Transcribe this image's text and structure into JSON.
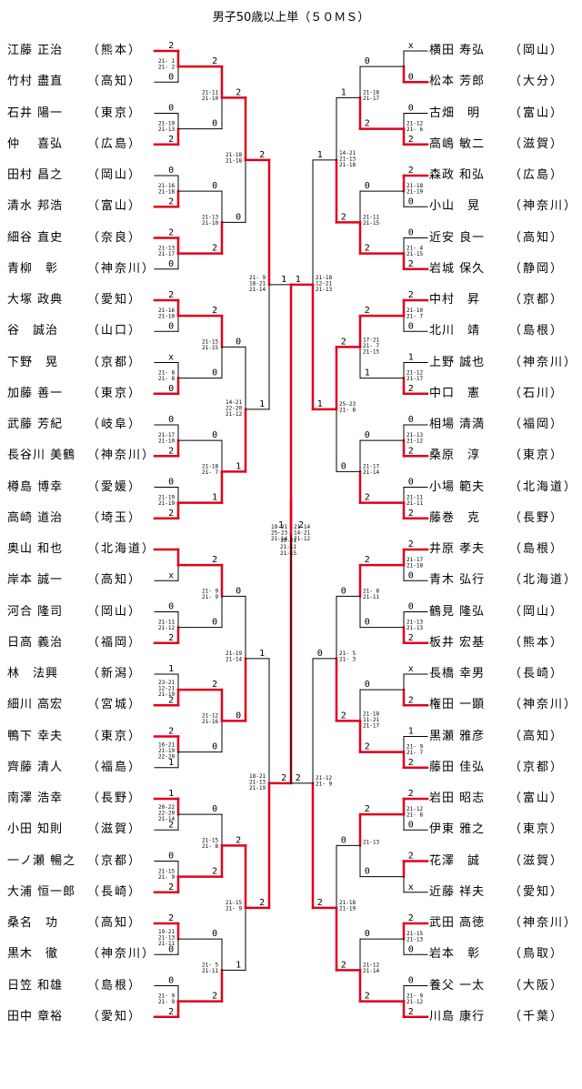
{
  "title": "男子50歳以上単（５０ＭＳ）",
  "colors": {
    "winner": "#e0001b",
    "line": "#000000"
  },
  "left_players": [
    {
      "name": "江藤 正治",
      "pref": "（熊本）"
    },
    {
      "name": "竹村 盡直",
      "pref": "（高知）"
    },
    {
      "name": "石井 陽一",
      "pref": "（東京）"
    },
    {
      "name": "仲　 喜弘",
      "pref": "（広島）"
    },
    {
      "name": "田村 昌之",
      "pref": "（岡山）"
    },
    {
      "name": "清水 邦浩",
      "pref": "（富山）"
    },
    {
      "name": "細谷 直史",
      "pref": "（奈良）"
    },
    {
      "name": "青柳　彰",
      "pref": "（神奈川）"
    },
    {
      "name": "大塚 政典",
      "pref": "（愛知）"
    },
    {
      "name": "谷　誠治",
      "pref": "（山口）"
    },
    {
      "name": "下野　晃",
      "pref": "（京都）"
    },
    {
      "name": "加藤 善一",
      "pref": "（東京）"
    },
    {
      "name": "武藤 芳紀",
      "pref": "（岐阜）"
    },
    {
      "name": "長谷川 美鶴",
      "pref": "（神奈川）"
    },
    {
      "name": "樽島 博幸",
      "pref": "（愛媛）"
    },
    {
      "name": "高崎 道治",
      "pref": "（埼玉）"
    },
    {
      "name": "奥山 和也",
      "pref": "（北海道）"
    },
    {
      "name": "岸本 誠一",
      "pref": "（高知）"
    },
    {
      "name": "河合 隆司",
      "pref": "（岡山）"
    },
    {
      "name": "日高 義治",
      "pref": "（福岡）"
    },
    {
      "name": "林　法興",
      "pref": "（新潟）"
    },
    {
      "name": "細川 高宏",
      "pref": "（宮城）"
    },
    {
      "name": "鴨下 幸夫",
      "pref": "（東京）"
    },
    {
      "name": "齊藤 清人",
      "pref": "（福島）"
    },
    {
      "name": "南澤 浩幸",
      "pref": "（長野）"
    },
    {
      "name": "小田 知則",
      "pref": "（滋賀）"
    },
    {
      "name": "一ノ瀬 暢之",
      "pref": "（京都）"
    },
    {
      "name": "大浦 恒一郎",
      "pref": "（長崎）"
    },
    {
      "name": "桑名　功",
      "pref": "（高知）"
    },
    {
      "name": "黒木　徹",
      "pref": "（神奈川）"
    },
    {
      "name": "日笠 和雄",
      "pref": "（島根）"
    },
    {
      "name": "田中 章裕",
      "pref": "（愛知）"
    }
  ],
  "right_players": [
    {
      "name": "横田 寿弘",
      "pref": "（岡山）"
    },
    {
      "name": "松本 芳郎",
      "pref": "（大分）"
    },
    {
      "name": "古畑　明",
      "pref": "（富山）"
    },
    {
      "name": "高嶋 敏二",
      "pref": "（滋賀）"
    },
    {
      "name": "森政 和弘",
      "pref": "（広島）"
    },
    {
      "name": "小山　晃",
      "pref": "（神奈川）"
    },
    {
      "name": "近安 良一",
      "pref": "（高知）"
    },
    {
      "name": "岩城 保久",
      "pref": "（静岡）"
    },
    {
      "name": "中村　昇",
      "pref": "（京都）"
    },
    {
      "name": "北川　靖",
      "pref": "（島根）"
    },
    {
      "name": "上野 誠也",
      "pref": "（神奈川）"
    },
    {
      "name": "中口　憲",
      "pref": "（石川）"
    },
    {
      "name": "相場 清満",
      "pref": "（福岡）"
    },
    {
      "name": "桑原　淳",
      "pref": "（東京）"
    },
    {
      "name": "小場 範夫",
      "pref": "（北海道）"
    },
    {
      "name": "藤巻　克",
      "pref": "（長野）"
    },
    {
      "name": "井原 孝夫",
      "pref": "（島根）"
    },
    {
      "name": "青木 弘行",
      "pref": "（北海道）"
    },
    {
      "name": "鶴見 隆弘",
      "pref": "（岡山）"
    },
    {
      "name": "板井 宏基",
      "pref": "（熊本）"
    },
    {
      "name": "長橋 幸男",
      "pref": "（長崎）"
    },
    {
      "name": "権田 一顕",
      "pref": "（神奈川）"
    },
    {
      "name": "黒瀬 雅彦",
      "pref": "（高知）"
    },
    {
      "name": "藤田 佳弘",
      "pref": "（京都）"
    },
    {
      "name": "岩田 昭志",
      "pref": "（富山）"
    },
    {
      "name": "伊東 雅之",
      "pref": "（東京）"
    },
    {
      "name": "花澤　誠",
      "pref": "（滋賀）"
    },
    {
      "name": "近藤 祥夫",
      "pref": "（愛知）"
    },
    {
      "name": "武田 高徳",
      "pref": "（神奈川）"
    },
    {
      "name": "岩本　彰",
      "pref": "（鳥取）"
    },
    {
      "name": "養父 一太",
      "pref": "（大阪）"
    },
    {
      "name": "川島 康行",
      "pref": "（千葉）"
    }
  ],
  "left_rounds": [
    [
      {
        "w": 0,
        "a": "2",
        "b": "0",
        "s": [
          "21- 1",
          "21- 2"
        ]
      },
      {
        "w": 1,
        "a": "0",
        "b": "2",
        "s": [
          "21-19",
          "21-13"
        ]
      },
      {
        "w": 1,
        "a": "0",
        "b": "2",
        "s": [
          "21-16",
          "21-18"
        ]
      },
      {
        "w": 0,
        "a": "2",
        "b": "0",
        "s": [
          "21-13",
          "21-17"
        ]
      },
      {
        "w": 0,
        "a": "2",
        "b": "0",
        "s": [
          "21-16",
          "21-10"
        ]
      },
      {
        "w": 1,
        "a": "x",
        "b": "0",
        "s": [
          "21- 8",
          "21- 8"
        ]
      },
      {
        "w": 1,
        "a": "0",
        "b": "2",
        "s": [
          "21-17",
          "21-10"
        ]
      },
      {
        "w": 1,
        "a": "0",
        "b": "2",
        "s": [
          "21-19",
          "21-19"
        ]
      },
      {
        "w": 0,
        "a": "",
        "b": "x",
        "s": []
      },
      {
        "w": 1,
        "a": "0",
        "b": "2",
        "s": [
          "21-11",
          "21-12"
        ]
      },
      {
        "w": 1,
        "a": "1",
        "b": "2",
        "s": [
          "23-21",
          "12-21",
          "21-19"
        ]
      },
      {
        "w": 0,
        "a": "2",
        "b": "1",
        "s": [
          "16-21",
          "21-19",
          "22-20"
        ]
      },
      {
        "w": 0,
        "a": "1",
        "b": "2",
        "s": [
          "20-22",
          "22-20",
          "21-14"
        ]
      },
      {
        "w": 1,
        "a": "0",
        "b": "2",
        "s": [
          "21-15",
          "21- 9"
        ]
      },
      {
        "w": 0,
        "a": "2",
        "b": "0",
        "s": [
          "19-21",
          "21-13",
          "21-11"
        ]
      },
      {
        "w": 1,
        "a": "0",
        "b": "2",
        "s": [
          "21- 9",
          "21- 9"
        ]
      }
    ],
    [
      {
        "w": 0,
        "a": "2",
        "b": "0",
        "s": [
          "21-11",
          "21-10"
        ]
      },
      {
        "w": 1,
        "a": "0",
        "b": "2",
        "s": [
          "21-13",
          "21-10"
        ]
      },
      {
        "w": 0,
        "a": "2",
        "b": "0",
        "s": [
          "21-15",
          "21-15"
        ]
      },
      {
        "w": 1,
        "a": "0",
        "b": "1",
        "s": [
          "21-18",
          "21- 7"
        ]
      },
      {
        "w": 0,
        "a": "2",
        "b": "0",
        "s": [
          "21- 9",
          "21- 9"
        ]
      },
      {
        "w": 0,
        "a": "2",
        "b": "0",
        "s": [
          "21-12",
          "21-16"
        ]
      },
      {
        "w": 1,
        "a": "0",
        "b": "2",
        "s": [
          "21-15",
          "21- 8"
        ]
      },
      {
        "w": 1,
        "a": "0",
        "b": "2",
        "s": [
          "21- 5",
          "21-11"
        ]
      }
    ],
    [
      {
        "w": 0,
        "a": "2",
        "b": "0",
        "s": [
          "21-18",
          "21-18"
        ]
      },
      {
        "w": 1,
        "a": "0",
        "b": "1",
        "s": [
          "14-21",
          "22-20",
          "21-12"
        ]
      },
      {
        "w": 1,
        "a": "0",
        "b": "0",
        "s": [
          "21-19",
          "21-14"
        ]
      },
      {
        "w": 0,
        "a": "2",
        "b": "1",
        "s": [
          "21-15",
          "21- 9"
        ]
      }
    ],
    [
      {
        "w": 0,
        "a": "2",
        "b": "1",
        "s": [
          "21- 9",
          "18-21",
          "21-14"
        ]
      },
      {
        "w": 1,
        "a": "1",
        "b": "2",
        "s": [
          "18-21",
          "21-13",
          "21-19"
        ]
      }
    ],
    [
      {
        "w": 1,
        "a": "1",
        "b": "2",
        "s": [
          "19-21",
          "25-23",
          "21-14"
        ]
      }
    ]
  ],
  "right_rounds": [
    [
      {
        "w": 1,
        "a": "x",
        "b": "0",
        "s": []
      },
      {
        "w": 1,
        "a": "0",
        "b": "2",
        "s": [
          "21-12",
          "21- 6"
        ]
      },
      {
        "w": 0,
        "a": "2",
        "b": "0",
        "s": [
          "21-18",
          "21-19"
        ]
      },
      {
        "w": 1,
        "a": "0",
        "b": "2",
        "s": [
          "21- 4",
          "21-15"
        ]
      },
      {
        "w": 0,
        "a": "2",
        "b": "0",
        "s": [
          "21-10",
          "21- 7"
        ]
      },
      {
        "w": 1,
        "a": "1",
        "b": "2",
        "s": [
          "21-12",
          "21-17"
        ]
      },
      {
        "w": 1,
        "a": "0",
        "b": "2",
        "s": [
          "21-13",
          "21-12"
        ]
      },
      {
        "w": 1,
        "a": "0",
        "b": "2",
        "s": [
          "21-11",
          "21-11"
        ]
      },
      {
        "w": 0,
        "a": "2",
        "b": "0",
        "s": [
          "21-17",
          "21-18"
        ]
      },
      {
        "w": 1,
        "a": "0",
        "b": "2",
        "s": [
          "21-13",
          "21-13"
        ]
      },
      {
        "w": 1,
        "a": "x",
        "b": "2",
        "s": []
      },
      {
        "w": 1,
        "a": "1",
        "b": "2",
        "s": [
          "21- 9",
          "21- 7"
        ]
      },
      {
        "w": 0,
        "a": "2",
        "b": "0",
        "s": [
          "21-12",
          "21- 8"
        ]
      },
      {
        "w": 0,
        "a": "2",
        "b": "x",
        "s": []
      },
      {
        "w": 0,
        "a": "2",
        "b": "0",
        "s": [
          "21-15",
          "21-13"
        ]
      },
      {
        "w": 1,
        "a": "0",
        "b": "2",
        "s": [
          "21- 9",
          "21-12"
        ]
      }
    ],
    [
      {
        "w": 1,
        "a": "0",
        "b": "2",
        "s": [
          "21-18",
          "21-17"
        ]
      },
      {
        "w": 1,
        "a": "0",
        "b": "2",
        "s": [
          "21-11",
          "21-15"
        ]
      },
      {
        "w": 0,
        "a": "2",
        "b": "1",
        "s": [
          "17-21",
          "21- 7",
          "21-15"
        ]
      },
      {
        "w": 1,
        "a": "0",
        "b": "2",
        "s": [
          "21-17",
          "21-14"
        ]
      },
      {
        "w": 0,
        "a": "2",
        "b": "0",
        "s": [
          "21- 8",
          "21-11"
        ]
      },
      {
        "w": 1,
        "a": "0",
        "b": "2",
        "s": [
          "21-18",
          "11-21",
          "21-17"
        ]
      },
      {
        "w": 0,
        "a": "2",
        "b": "0",
        "s": [
          "21-13"
        ]
      },
      {
        "w": 1,
        "a": "0",
        "b": "2",
        "s": [
          "21-12",
          "21-14"
        ]
      }
    ],
    [
      {
        "w": 1,
        "a": "1",
        "b": "2",
        "s": [
          "14-21",
          "21-13",
          "21-18"
        ]
      },
      {
        "w": 0,
        "a": "2",
        "b": "0",
        "s": [
          "25-23",
          "21- 8"
        ]
      },
      {
        "w": 1,
        "a": "0",
        "b": "2",
        "s": [
          "21- 5",
          "21- 3"
        ]
      },
      {
        "w": 1,
        "a": "0",
        "b": "2",
        "s": [
          "21-18",
          "21-19"
        ]
      }
    ],
    [
      {
        "w": 1,
        "a": "1",
        "b": "1",
        "s": [
          "21-18",
          "12-21",
          "21-13"
        ]
      },
      {
        "w": 1,
        "a": "0",
        "b": "2",
        "s": [
          "21-12",
          "21- 9"
        ]
      }
    ],
    [
      {
        "w": 0,
        "a": "1",
        "b": "2",
        "s": [
          "21-14",
          "14-21",
          "21-12"
        ]
      }
    ]
  ],
  "final": {
    "left_score": "1",
    "right_score": "2",
    "scores": [
      "19-21",
      "21-11",
      "21-15"
    ]
  }
}
